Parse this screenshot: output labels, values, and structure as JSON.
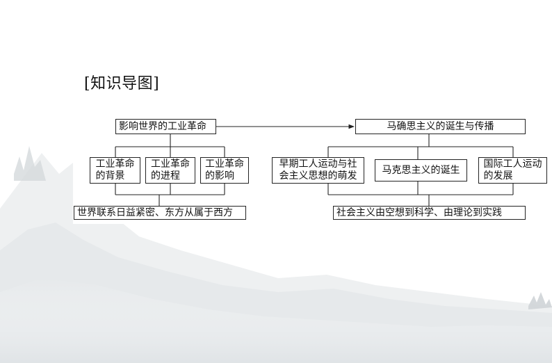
{
  "title": "[知识导图]",
  "left_branch": {
    "root": "影响世界的工业革命",
    "children": [
      {
        "line1": "工业革命",
        "line2": "的背景"
      },
      {
        "line1": "工业革命",
        "line2": "的进程"
      },
      {
        "line1": "工业革命",
        "line2": "的影响"
      }
    ],
    "result": "世界联系日益紧密、东方从属于西方"
  },
  "right_branch": {
    "root": "马确思主义的诞生与传播",
    "children": [
      {
        "line1": "早期工人运动与社",
        "line2": "会主义思想的萌发"
      },
      {
        "line1": "马克思主义的诞生",
        "line2": ""
      },
      {
        "line1": "国际工人运动",
        "line2": "的发展"
      }
    ],
    "result": "社会主义由空想到科学、由理论到实践"
  }
}
